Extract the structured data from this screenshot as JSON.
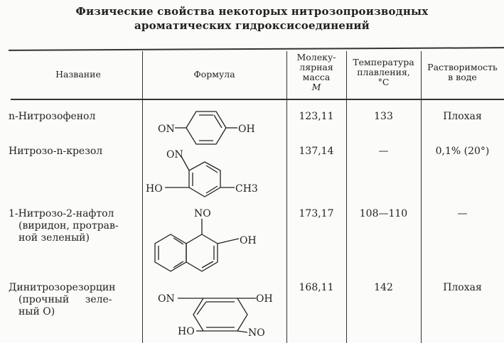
{
  "title": {
    "line1": "Физические свойства некоторых нитрозопроизводных",
    "line2": "ароматических гидроксисоединений"
  },
  "columns": {
    "name": "Название",
    "formula": "Формула",
    "mass": [
      "Молеку-",
      "лярная",
      "масса",
      "M"
    ],
    "melting": [
      "Температура",
      "плавления,",
      "°C"
    ],
    "solubility": [
      "Растворимость",
      "в воде"
    ]
  },
  "rows": [
    {
      "name": [
        "n-Нитрозофенол"
      ],
      "formula_labels": [
        "ON",
        "OH"
      ],
      "mass": "123,11",
      "melting": "133",
      "solubility": "Плохая"
    },
    {
      "name": [
        "Нитрозо-n-крезол"
      ],
      "formula_labels": [
        "ON",
        "HO",
        "CH3"
      ],
      "mass": "137,14",
      "melting": "—",
      "solubility": "0,1% (20°)"
    },
    {
      "name": [
        "1-Нитрозо-2-нафтол",
        "(виридон, протрав-",
        "ной зеленый)"
      ],
      "formula_labels": [
        "NO",
        "OH"
      ],
      "mass": "173,17",
      "melting": "108—110",
      "solubility": "—"
    },
    {
      "name": [
        "Динитрозорезорцин",
        "(прочный зеле-",
        "ный O)"
      ],
      "formula_labels": [
        "ON",
        "OH",
        "HO",
        "NO"
      ],
      "mass": "168,11",
      "melting": "142",
      "solubility": "Плохая"
    }
  ]
}
